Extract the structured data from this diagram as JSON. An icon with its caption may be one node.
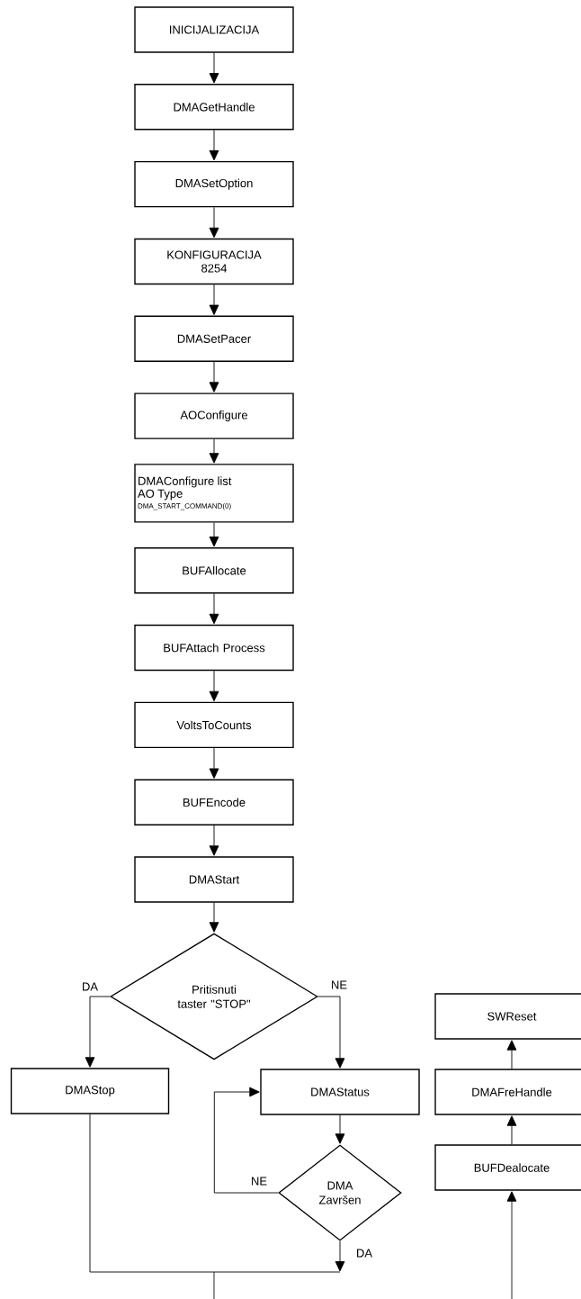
{
  "diagram": {
    "nodes": [
      {
        "text": [
          "INICIJALIZACIJA"
        ]
      },
      {
        "text": [
          "DMAGetHandle"
        ]
      },
      {
        "text": [
          "DMASetOption"
        ]
      },
      {
        "text": [
          "KONFIGURACIJA 8254"
        ]
      },
      {
        "text": [
          "DMASetPacer"
        ]
      },
      {
        "text": [
          "AOConfigure"
        ]
      },
      {
        "text": [
          "DMAConfigure list",
          "AO Type",
          "DMA_START_COMMAND(0)"
        ]
      },
      {
        "text": [
          "BUFAllocate"
        ]
      },
      {
        "text": [
          "BUFAttach Process"
        ]
      },
      {
        "text": [
          "VoltsToCounts"
        ]
      },
      {
        "text": [
          "BUFEncode"
        ]
      },
      {
        "text": [
          "DMAStart"
        ]
      },
      {
        "text": [
          "Pritisnuti taster \"STOP\""
        ]
      },
      {
        "text": [
          "DMAStop"
        ]
      },
      {
        "text": [
          "DMAStatus"
        ]
      },
      {
        "text": [
          "DMA Završen"
        ]
      },
      {
        "text": [
          "SWReset"
        ]
      },
      {
        "text": [
          "DMAFreHandle"
        ]
      },
      {
        "text": [
          "BUFDealocate"
        ]
      }
    ],
    "edges": [
      {
        "from": 0,
        "to": 1,
        "arrow": "to"
      },
      {
        "from": 1,
        "to": 2,
        "arrow": "to"
      },
      {
        "from": 2,
        "to": 3,
        "arrow": "to"
      },
      {
        "from": 3,
        "to": 4,
        "arrow": "to"
      },
      {
        "from": 4,
        "to": 5,
        "arrow": "to"
      },
      {
        "from": 5,
        "to": 6,
        "arrow": "to"
      },
      {
        "from": 6,
        "to": 7,
        "arrow": "to"
      },
      {
        "from": 7,
        "to": 8,
        "arrow": "to"
      },
      {
        "from": 8,
        "to": 9,
        "arrow": "to"
      },
      {
        "from": 9,
        "to": 10,
        "arrow": "to"
      },
      {
        "from": 10,
        "to": 11,
        "arrow": "to"
      },
      {
        "from": 11,
        "to": 12,
        "arrow": "to"
      },
      {
        "from": 12,
        "to": 13,
        "arrow": "to",
        "label": "DA"
      },
      {
        "from": 12,
        "to": 14,
        "arrow": "to",
        "label": "NE"
      },
      {
        "from": 14,
        "to": 15,
        "arrow": "to"
      },
      {
        "from": 15,
        "to": 14,
        "arrow": "to",
        "label": "NE"
      },
      {
        "from": 15,
        "to": null,
        "arrow": "to",
        "label": "DA"
      },
      {
        "from": 13,
        "to": null,
        "arrow": "none"
      },
      {
        "from": null,
        "to": 18,
        "arrow": "to"
      },
      {
        "from": 18,
        "to": 17,
        "arrow": "to"
      },
      {
        "from": 17,
        "to": 16,
        "arrow": "to"
      }
    ]
  }
}
